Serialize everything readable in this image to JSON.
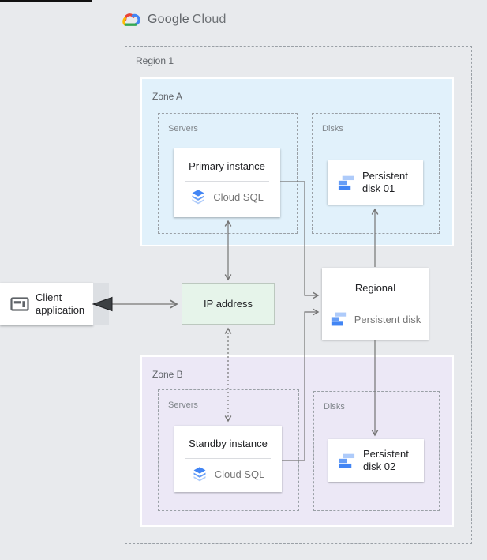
{
  "page": {
    "background": "#e8eaed"
  },
  "logo": {
    "name": "Google Cloud",
    "google": "Google",
    "cloud": "Cloud"
  },
  "region": {
    "label": "Region 1"
  },
  "zones": {
    "a": {
      "label": "Zone A",
      "fill": "#e1f1fb",
      "servers_label": "Servers",
      "disks_label": "Disks"
    },
    "b": {
      "label": "Zone B",
      "fill": "#ece8f6",
      "servers_label": "Servers",
      "disks_label": "Disks"
    }
  },
  "nodes": {
    "client": {
      "label": "Client application",
      "icon": "application-window-icon"
    },
    "ip": {
      "label": "IP address",
      "fill": "#e6f4ea"
    },
    "primary": {
      "title": "Primary instance",
      "product": "Cloud SQL",
      "icon": "cloud-sql-icon"
    },
    "standby": {
      "title": "Standby instance",
      "product": "Cloud SQL",
      "icon": "cloud-sql-icon"
    },
    "disk01": {
      "label": "Persistent disk 01",
      "icon": "persistent-disk-icon"
    },
    "disk02": {
      "label": "Persistent disk 02",
      "icon": "persistent-disk-icon"
    },
    "regional": {
      "title": "Regional",
      "product": "Persistent disk",
      "icon": "persistent-disk-icon"
    }
  },
  "connections": [
    {
      "from": "client-application",
      "to": "ip-address",
      "style": "solid, bold filled head at client, open head at ip"
    },
    {
      "from": "primary-instance",
      "to": "ip-address",
      "style": "solid double-headed"
    },
    {
      "from": "ip-address",
      "to": "standby-instance",
      "style": "dotted double-headed"
    },
    {
      "from": "primary-instance",
      "to": "regional-persistent-disk",
      "style": "solid elbow arrow"
    },
    {
      "from": "standby-instance",
      "to": "regional-persistent-disk",
      "style": "solid elbow arrow"
    },
    {
      "from": "regional-persistent-disk",
      "to": "persistent-disk-01",
      "style": "solid arrow up"
    },
    {
      "from": "regional-persistent-disk",
      "to": "persistent-disk-02",
      "style": "solid arrow down"
    }
  ],
  "colors": {
    "google_blue": "#4285f4",
    "google_red": "#ea4335",
    "google_yellow": "#fbbc04",
    "google_green": "#34a853",
    "blue_mid": "#669df6",
    "blue_light": "#aecbfa",
    "zone_a_fill": "#e1f1fb",
    "zone_b_fill": "#ece8f6",
    "ip_fill": "#e6f4ea",
    "connector_gray": "#757575",
    "dashed_border": "#9aa0a6"
  }
}
